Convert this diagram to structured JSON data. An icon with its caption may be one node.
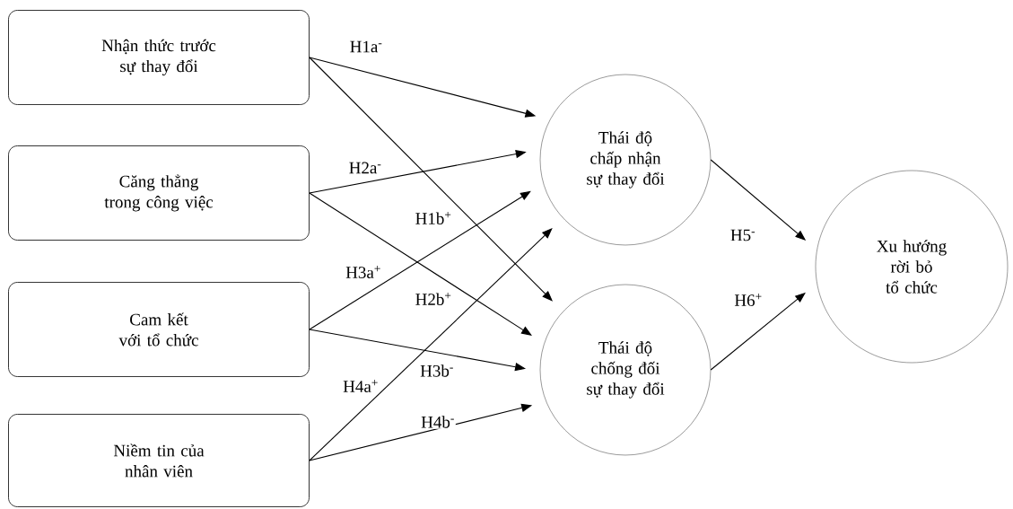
{
  "diagram": {
    "nodes": [
      {
        "text": [
          "Nhận thức trước sự thay đổi"
        ]
      },
      {
        "text": [
          "Căng thẳng trong công việc"
        ]
      },
      {
        "text": [
          "Cam kết với tổ chức"
        ]
      },
      {
        "text": [
          "Niềm tin của nhân viên"
        ]
      },
      {
        "text": [
          "Thái độ chấp nhận sự thay đổi"
        ]
      },
      {
        "text": [
          "Thái độ chống đối sự thay đổi"
        ]
      },
      {
        "text": [
          "Xu hướng rời bỏ tổ chức"
        ]
      }
    ],
    "edges": [
      {
        "from": 0,
        "to": 4,
        "arrow": "to",
        "label": "H1a$^{-}$"
      },
      {
        "from": 0,
        "to": 5,
        "arrow": "to",
        "label": "H1b$^{+}$"
      },
      {
        "from": 1,
        "to": 4,
        "arrow": "to",
        "label": "H2a$^{-}$"
      },
      {
        "from": 1,
        "to": 5,
        "arrow": "to",
        "label": "H2b$^{+}$"
      },
      {
        "from": 2,
        "to": 4,
        "arrow": "to",
        "label": "H3a$^{+}$"
      },
      {
        "from": 2,
        "to": 5,
        "arrow": "to",
        "label": "H3b$^{-}$"
      },
      {
        "from": 3,
        "to": 4,
        "arrow": "to",
        "label": "H4a$^{+}$"
      },
      {
        "from": 3,
        "to": 5,
        "arrow": "to",
        "label": "H4b$^{-}$"
      },
      {
        "from": 4,
        "to": 6,
        "arrow": "to",
        "label": "H5$^{-}$"
      },
      {
        "from": 5,
        "to": 6,
        "arrow": "to",
        "label": "H6$^{+}$"
      }
    ]
  }
}
